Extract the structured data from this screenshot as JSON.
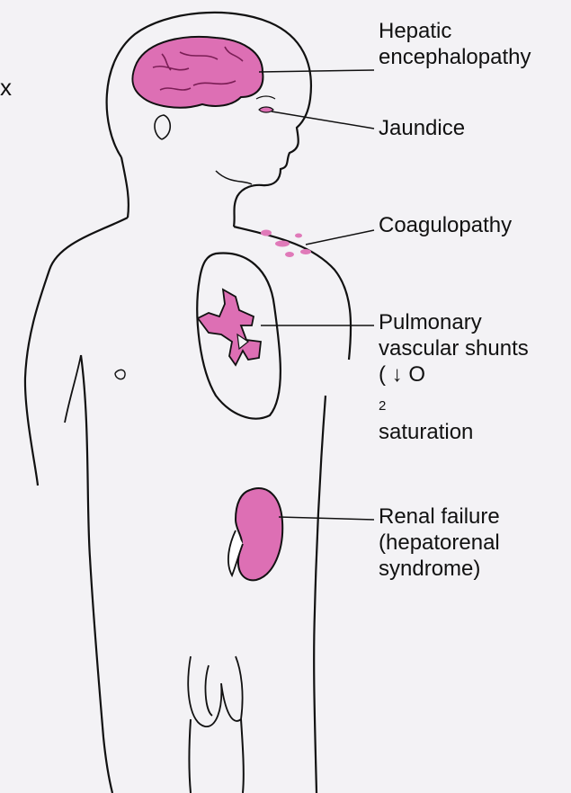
{
  "labels": {
    "hepatic": {
      "line1": "Hepatic",
      "line2": "encephalopathy"
    },
    "jaundice": "Jaundice",
    "coagulopathy": "Coagulopathy",
    "pulmonary": {
      "line1": "Pulmonary",
      "line2": "vascular shunts",
      "line3_prefix": "( ↓ O",
      "line3_sub": "2",
      "line3_suffix": " saturation"
    },
    "renal": {
      "line1": "Renal failure",
      "line2": "(hepatorenal",
      "line3": "syndrome)"
    }
  },
  "stray_mark": "x",
  "colors": {
    "organ_fill": "#dd6fb4",
    "outline": "#111111",
    "background": "#f3f2f5"
  }
}
